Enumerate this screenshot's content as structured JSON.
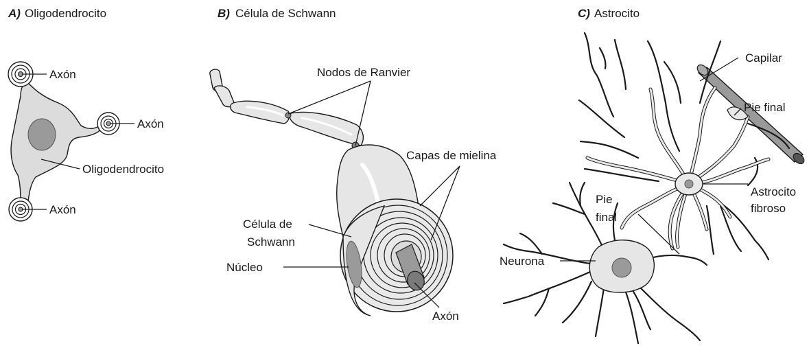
{
  "panels": {
    "a": {
      "letter": "A)",
      "title": "Oligodendrocito",
      "labels": {
        "axon_top": "Axón",
        "axon_right": "Axón",
        "cell": "Oligodendrocito",
        "axon_bottom": "Axón"
      }
    },
    "b": {
      "letter": "B)",
      "title": "Célula de Schwann",
      "labels": {
        "nodes": "Nodos de Ranvier",
        "myelin": "Capas de mielina",
        "schwann_1": "Célula de",
        "schwann_2": "Schwann",
        "nucleus": "Núcleo",
        "axon": "Axón"
      }
    },
    "c": {
      "letter": "C)",
      "title": "Astrocito",
      "labels": {
        "capillary": "Capilar",
        "endfoot_top": "Pie final",
        "astro_1": "Astrocito",
        "astro_2": "fibroso",
        "endfoot_mid_1": "Pie",
        "endfoot_mid_2": "final",
        "neuron": "Neurona"
      }
    }
  }
}
